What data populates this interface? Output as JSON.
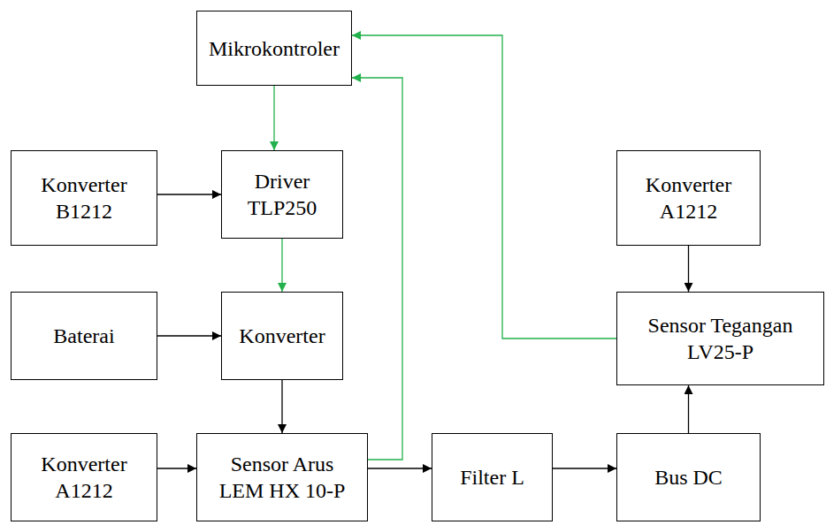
{
  "diagram": {
    "nodes": [
      {
        "text": [
          "Mikrokontroler"
        ]
      },
      {
        "text": [
          "Konverter B1212"
        ]
      },
      {
        "text": [
          "Driver TLP250"
        ]
      },
      {
        "text": [
          "Konverter A1212"
        ]
      },
      {
        "text": [
          "Baterai"
        ]
      },
      {
        "text": [
          "Konverter"
        ]
      },
      {
        "text": [
          "Sensor Tegangan LV25-P"
        ]
      },
      {
        "text": [
          "Konverter A1212"
        ]
      },
      {
        "text": [
          "Sensor Arus LEM HX 10-P"
        ]
      },
      {
        "text": [
          "Filter L"
        ]
      },
      {
        "text": [
          "Bus DC"
        ]
      }
    ],
    "edges": [
      {
        "from": 0,
        "to": 2,
        "arrow": "to"
      },
      {
        "from": 1,
        "to": 2,
        "arrow": "to"
      },
      {
        "from": 2,
        "to": 5,
        "arrow": "to"
      },
      {
        "from": 4,
        "to": 5,
        "arrow": "to"
      },
      {
        "from": 5,
        "to": 8,
        "arrow": "to"
      },
      {
        "from": 3,
        "to": 6,
        "arrow": "to"
      },
      {
        "from": 7,
        "to": 8,
        "arrow": "to"
      },
      {
        "from": 8,
        "to": 9,
        "arrow": "to"
      },
      {
        "from": 9,
        "to": 10,
        "arrow": "to"
      },
      {
        "from": 10,
        "to": 6,
        "arrow": "to"
      },
      {
        "from": 6,
        "to": 0,
        "arrow": "to"
      },
      {
        "from": 8,
        "to": 0,
        "arrow": "to"
      }
    ]
  }
}
